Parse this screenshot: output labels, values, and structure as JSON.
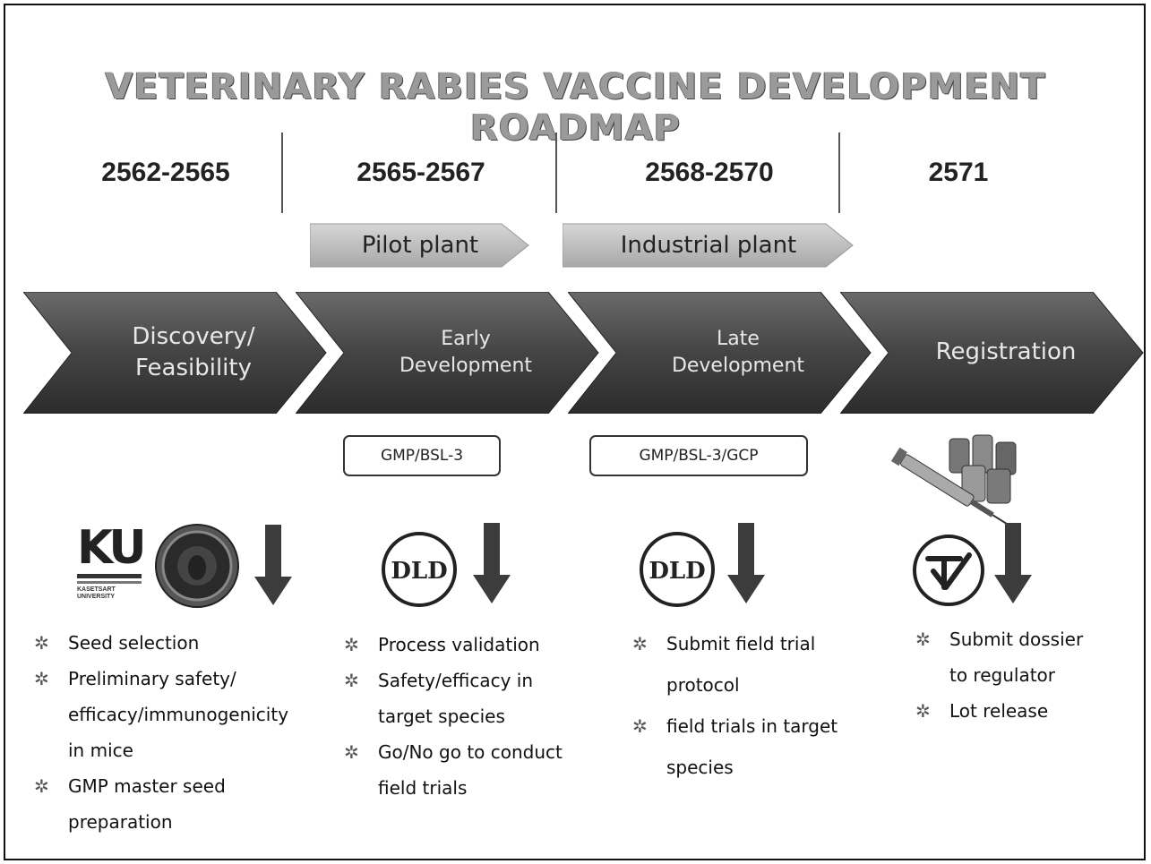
{
  "title": "VETERINARY RABIES VACCINE DEVELOPMENT ROADMAP",
  "years": [
    "2562-2565",
    "2565-2567",
    "2568-2570",
    "2571"
  ],
  "plants": {
    "pilot": "Pilot plant",
    "industrial": "Industrial plant"
  },
  "stages": [
    {
      "lines": [
        "Discovery/",
        "Feasibility"
      ]
    },
    {
      "lines": [
        "Early",
        "Development"
      ]
    },
    {
      "lines": [
        "Late",
        "Development"
      ]
    },
    {
      "lines": [
        "Registration"
      ]
    }
  ],
  "standards": {
    "early": "GMP/BSL-3",
    "late": "GMP/BSL-3/GCP"
  },
  "logos": {
    "ku_letters": "KU",
    "ku_name": "KASETSART UNIVERSITY",
    "dld": "DLD"
  },
  "colors": {
    "stage_dark": "#3a3a3a",
    "stage_light": "#5a5a5a",
    "plant_fill": "#bdbdbd",
    "arrow_down": "#3c3c3c"
  },
  "columns": [
    {
      "items": [
        [
          "Seed selection"
        ],
        [
          "Preliminary safety/",
          "efficacy/immunogenicity",
          "in mice"
        ],
        [
          "GMP master seed",
          "preparation"
        ]
      ]
    },
    {
      "items": [
        [
          "Process validation"
        ],
        [
          "Safety/efficacy in",
          "target species"
        ],
        [
          "Go/No go to conduct",
          "field trials"
        ]
      ]
    },
    {
      "items": [
        [
          "Submit field trial",
          "protocol"
        ],
        [
          "field trials in target",
          "species"
        ]
      ]
    },
    {
      "items": [
        [
          "Submit dossier",
          "to regulator"
        ],
        [
          "Lot release"
        ]
      ]
    }
  ]
}
